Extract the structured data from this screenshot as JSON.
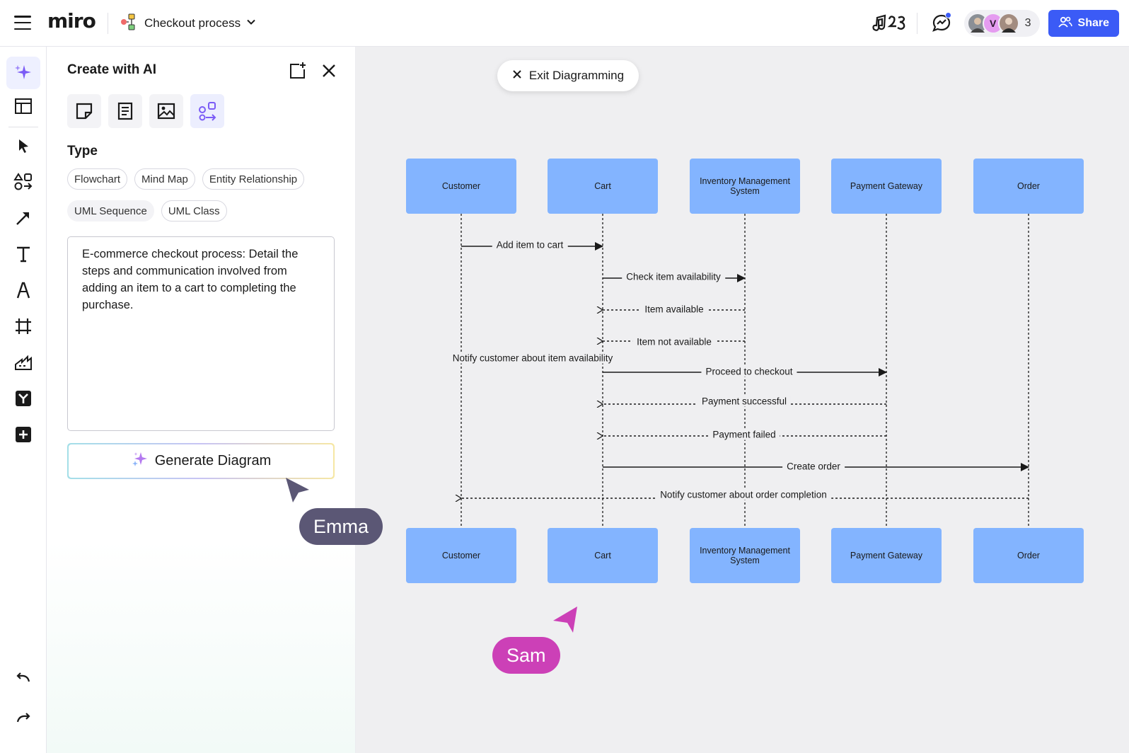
{
  "app": {
    "logo": "miro",
    "board_title": "Checkout process"
  },
  "header": {
    "collaborator_initial": "V",
    "collaborator_count": "3",
    "share_label": "Share",
    "accent": "#3b5bf6"
  },
  "toolbar": {
    "tools": [
      "ai-sparkle-icon",
      "templates-icon",
      "select-cursor-icon",
      "shapes-icon",
      "arrow-pen-icon",
      "text-icon",
      "pen-icon",
      "frame-icon",
      "chart-icon",
      "yonder-icon",
      "add-icon"
    ],
    "bottom": [
      "undo-icon",
      "redo-icon"
    ]
  },
  "panel": {
    "title": "Create with AI",
    "modes": [
      "sticky-note-icon",
      "document-icon",
      "image-icon",
      "diagram-icon"
    ],
    "type_label": "Type",
    "types": [
      "Flowchart",
      "Mind Map",
      "Entity Relationship",
      "UML Sequence",
      "UML Class"
    ],
    "prompt": "E-commerce checkout process: Detail the steps and communication involved from adding an item to a cart to completing the purchase.",
    "generate_label": "Generate Diagram"
  },
  "canvas": {
    "exit_label": "Exit Diagramming",
    "participants": [
      "Customer",
      "Cart",
      "Inventory Management System",
      "Payment Gateway",
      "Order"
    ],
    "messages": [
      {
        "from": "Customer",
        "to": "Cart",
        "label": "Add item to cart",
        "style": "solid"
      },
      {
        "from": "Cart",
        "to": "Inventory Management System",
        "label": "Check item availability",
        "style": "solid"
      },
      {
        "from": "Inventory Management System",
        "to": "Cart",
        "label": "Item available",
        "style": "dashed"
      },
      {
        "from": "Inventory Management System",
        "to": "Cart",
        "label": "Item not available",
        "style": "dashed"
      },
      {
        "from": "Cart",
        "to": "Customer",
        "label": "Notify customer about item availability",
        "style": "note"
      },
      {
        "from": "Cart",
        "to": "Payment Gateway",
        "label": "Proceed to checkout",
        "style": "solid"
      },
      {
        "from": "Payment Gateway",
        "to": "Cart",
        "label": "Payment successful",
        "style": "dashed"
      },
      {
        "from": "Payment Gateway",
        "to": "Cart",
        "label": "Payment failed",
        "style": "dashed"
      },
      {
        "from": "Cart",
        "to": "Order",
        "label": "Create order",
        "style": "solid"
      },
      {
        "from": "Order",
        "to": "Customer",
        "label": "Notify customer about order completion",
        "style": "dashed"
      }
    ],
    "box_color": "#83b4ff"
  },
  "cursors": [
    {
      "name": "Emma",
      "color": "#5b5775"
    },
    {
      "name": "Sam",
      "color": "#cc40b7"
    }
  ]
}
